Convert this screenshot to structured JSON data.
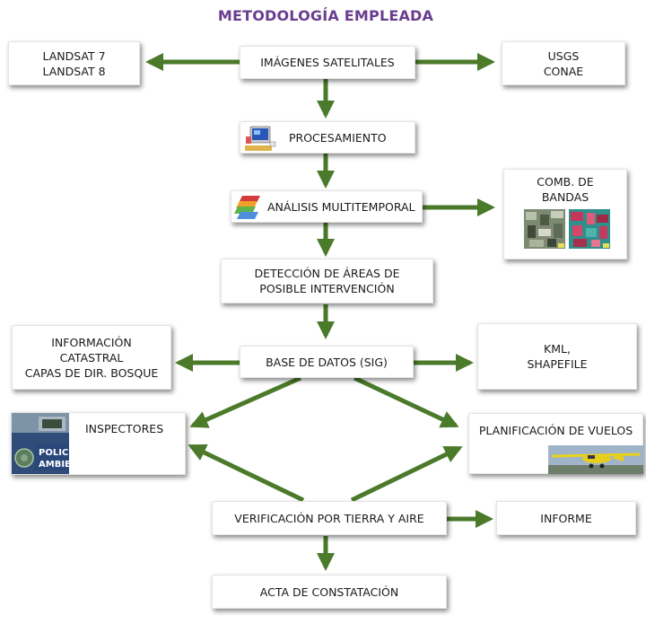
{
  "title": "METODOLOGÍA EMPLEADA",
  "nodes": {
    "imagenes": "IMÁGENES SATELITALES",
    "landsat": [
      "LANDSAT 7",
      "LANDSAT 8"
    ],
    "usgs": [
      "USGS",
      "CONAE"
    ],
    "procesamiento": "PROCESAMIENTO",
    "analisis": "ANÁLISIS MULTITEMPORAL",
    "comb": [
      "COMB. DE",
      "BANDAS"
    ],
    "deteccion": [
      "DETECCIÓN DE ÁREAS DE",
      "POSIBLE INTERVENCIÓN"
    ],
    "info": [
      "INFORMACIÓN",
      "CATASTRAL",
      "CAPAS DE DIR. BOSQUE"
    ],
    "base": "BASE DE DATOS (SIG)",
    "kml": [
      "KML,",
      "SHAPEFILE"
    ],
    "inspectores": "INSPECTORES",
    "planificacion": "PLANIFICACIÓN DE VUELOS",
    "verificacion": "VERIFICACIÓN POR TIERRA Y AIRE",
    "informe": "INFORME",
    "acta": "ACTA DE CONSTATACIÓN"
  },
  "images": {
    "police_car_text": [
      "POLICI",
      "AMBIE"
    ]
  },
  "colors": {
    "arrow": "#4a7a2a",
    "title": "#6a3d8f"
  }
}
